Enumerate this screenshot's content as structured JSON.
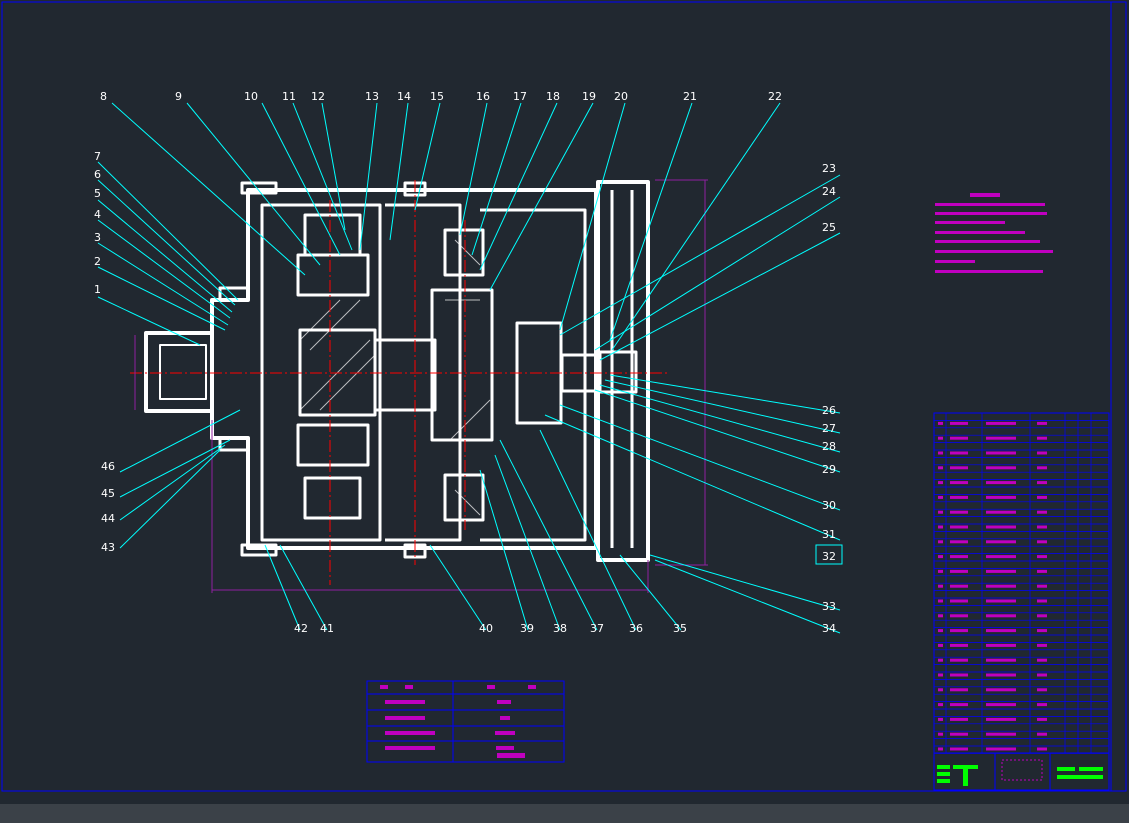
{
  "drawing": {
    "balloons_top": [
      "8",
      "9",
      "10",
      "11",
      "12",
      "13",
      "14",
      "15",
      "16",
      "17",
      "18",
      "19",
      "20",
      "21",
      "22"
    ],
    "balloons_left": [
      "7",
      "6",
      "5",
      "4",
      "3",
      "2",
      "1"
    ],
    "balloons_left_bottom": [
      "46",
      "45",
      "44",
      "43"
    ],
    "balloons_bottom": [
      "42",
      "41",
      "40",
      "39",
      "38",
      "37",
      "36",
      "35"
    ],
    "balloons_right": [
      "23",
      "24",
      "25",
      "26",
      "27",
      "28",
      "29",
      "30",
      "31",
      "32",
      "33",
      "34"
    ]
  },
  "colors": {
    "background": "#212830",
    "outline": "#ffffff",
    "leader": "#00ffff",
    "border": "#0000ff",
    "centerline": "#ff0000",
    "notes": "#c000c0",
    "dimension": "#9020a0",
    "logo": "#00ff00"
  }
}
